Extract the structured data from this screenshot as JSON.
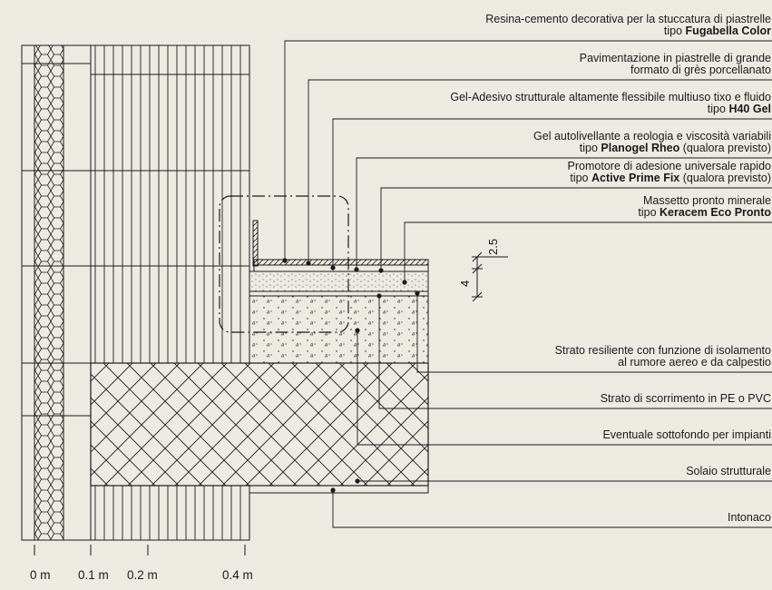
{
  "labels": [
    {
      "line1": "Resina-cemento decorativa per la stuccatura di piastrelle",
      "line2_prefix": "tipo ",
      "line2_bold": "Fugabella Color",
      "line2_suffix": ""
    },
    {
      "line1": "Pavimentazione in piastrelle di grande",
      "line2_prefix": "formato di grès porcellanato",
      "line2_bold": "",
      "line2_suffix": ""
    },
    {
      "line1": "Gel-Adesivo strutturale altamente flessibile multiuso tixo e fluido",
      "line2_prefix": "tipo ",
      "line2_bold": "H40 Gel",
      "line2_suffix": ""
    },
    {
      "line1": "Gel autolivellante a reologia e viscosità variabili",
      "line2_prefix": "tipo ",
      "line2_bold": "Planogel Rheo",
      "line2_suffix": " (qualora previsto)"
    },
    {
      "line1": "Promotore di adesione universale rapido",
      "line2_prefix": "tipo ",
      "line2_bold": "Active Prime Fix",
      "line2_suffix": " (qualora previsto)"
    },
    {
      "line1": "Massetto pronto minerale",
      "line2_prefix": "tipo ",
      "line2_bold": "Keracem Eco Pronto",
      "line2_suffix": ""
    },
    {
      "line1": "Strato resiliente con funzione di isolamento",
      "line2_prefix": "al rumore aereo e da calpestio",
      "line2_bold": "",
      "line2_suffix": ""
    },
    {
      "line1": "Strato di scorrimento in PE o PVC",
      "line2_prefix": "",
      "line2_bold": "",
      "line2_suffix": ""
    },
    {
      "line1": "Eventuale sottofondo per impianti",
      "line2_prefix": "",
      "line2_bold": "",
      "line2_suffix": ""
    },
    {
      "line1": "Solaio strutturale",
      "line2_prefix": "",
      "line2_bold": "",
      "line2_suffix": ""
    },
    {
      "line1": "Intonaco",
      "line2_prefix": "",
      "line2_bold": "",
      "line2_suffix": ""
    }
  ],
  "dimensions": {
    "top": "2.5",
    "bottom": "4"
  },
  "scale": {
    "s0": "0 m",
    "s1": "0.1 m",
    "s2": "0.2 m",
    "s3": "0.4 m"
  },
  "colors": {
    "background": "#ecebe2",
    "line": "#1a1a1a"
  }
}
